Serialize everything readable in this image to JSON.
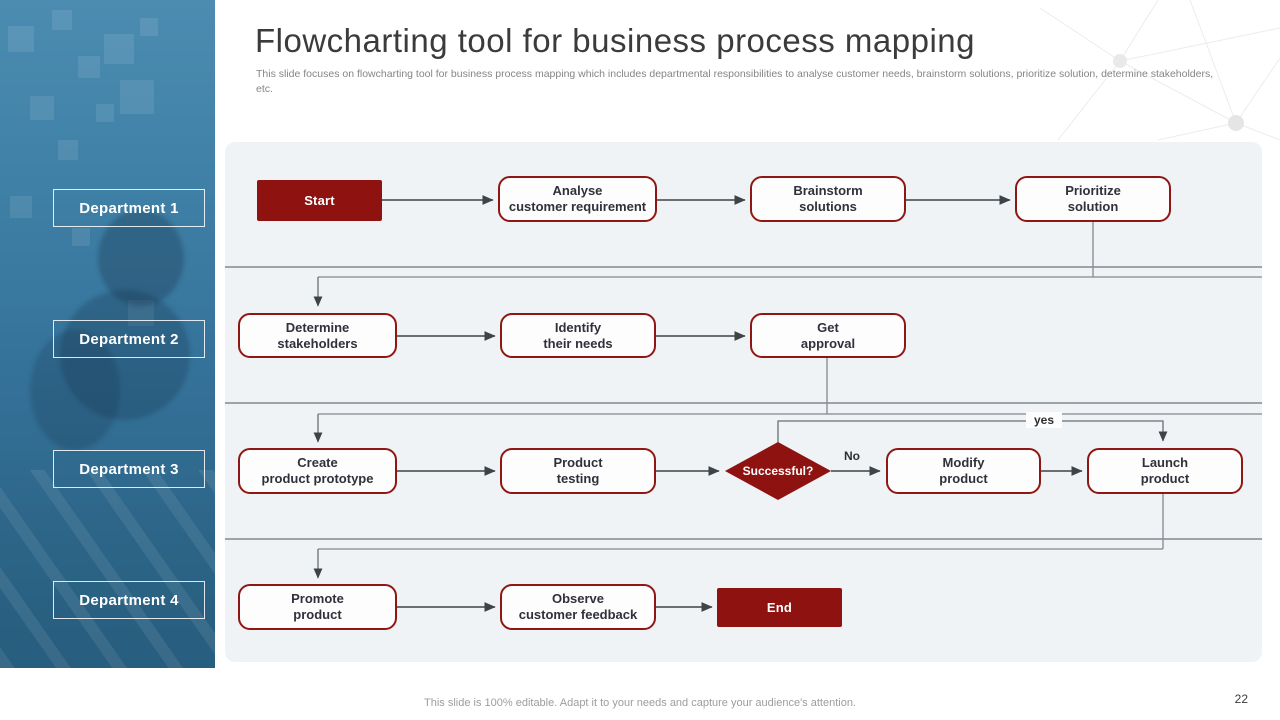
{
  "slide": {
    "title": "Flowcharting tool for business process mapping",
    "subtitle": "This slide focuses on flowcharting tool for business process mapping which includes departmental responsibilities to analyse customer needs, brainstorm solutions, prioritize solution, determine stakeholders, etc.",
    "footer": "This slide is 100% editable. Adapt it to your needs and capture your audience's attention.",
    "page_number": "22"
  },
  "sidebar": {
    "departments": [
      {
        "label": "Department 1"
      },
      {
        "label": "Department 2"
      },
      {
        "label": "Department 3"
      },
      {
        "label": "Department 4"
      }
    ]
  },
  "flowchart": {
    "nodes": {
      "start": {
        "label": "Start",
        "type": "terminal"
      },
      "analyse": {
        "label": "Analyse\ncustomer requirement",
        "type": "process"
      },
      "brainstorm": {
        "label": "Brainstorm\nsolutions",
        "type": "process"
      },
      "prioritize": {
        "label": "Prioritize\nsolution",
        "type": "process"
      },
      "determine": {
        "label": "Determine\nstakeholders",
        "type": "process"
      },
      "identify": {
        "label": "Identify\ntheir needs",
        "type": "process"
      },
      "approval": {
        "label": "Get\napproval",
        "type": "process"
      },
      "create": {
        "label": "Create\nproduct prototype",
        "type": "process"
      },
      "testing": {
        "label": "Product\ntesting",
        "type": "process"
      },
      "successful": {
        "label": "Successful?",
        "type": "decision"
      },
      "modify": {
        "label": "Modify\nproduct",
        "type": "process"
      },
      "launch": {
        "label": "Launch\nproduct",
        "type": "process"
      },
      "promote": {
        "label": "Promote\nproduct",
        "type": "process"
      },
      "observe": {
        "label": "Observe\ncustomer feedback",
        "type": "process"
      },
      "end": {
        "label": "End",
        "type": "terminal"
      }
    },
    "edge_labels": {
      "yes": "yes",
      "no": "No"
    }
  },
  "colors": {
    "accent_red": "#8E1310",
    "box_border_red": "#8F1713",
    "sidebar_blue": "#3F80A6",
    "panel_bg": "#EFF3F6",
    "connector_gray": "#85898D",
    "arrow_dark": "#3E4347"
  }
}
